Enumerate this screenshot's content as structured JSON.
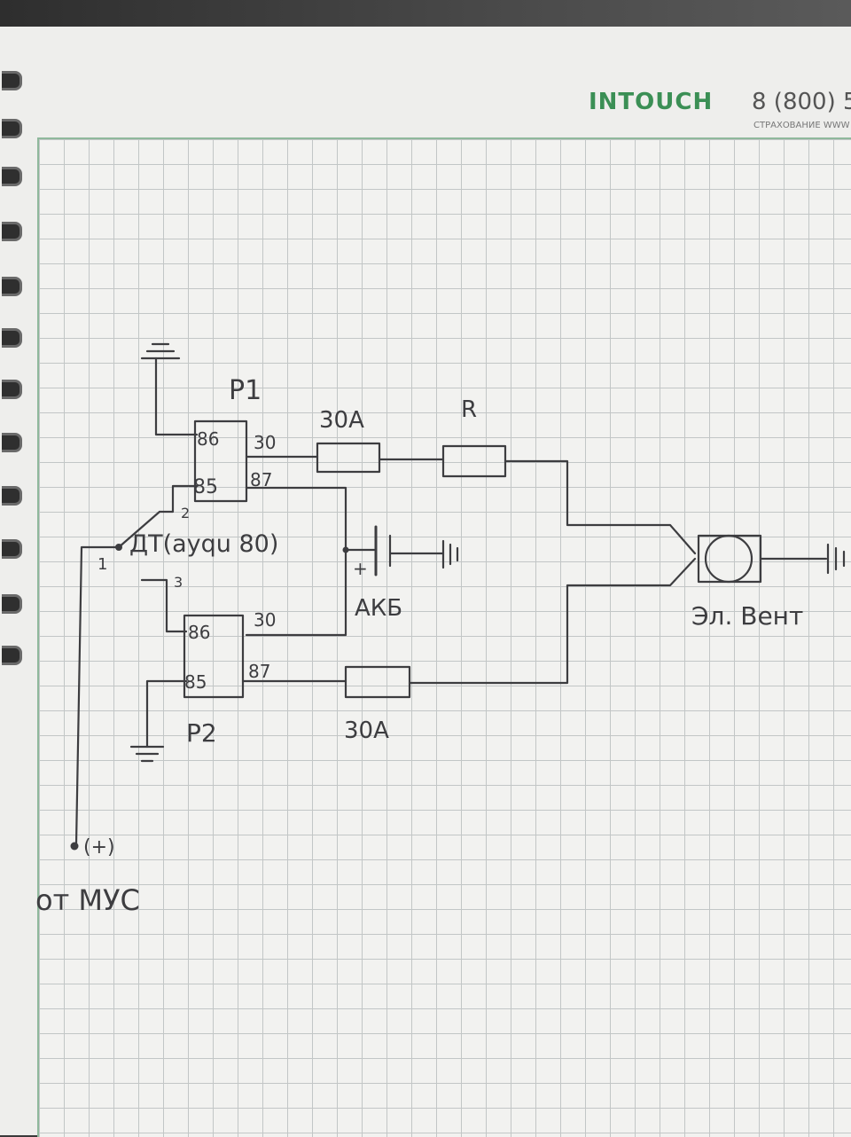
{
  "header": {
    "brand": "INTOUCH",
    "phone": "8 (800) 5",
    "tagline": "СТРАХОВАНИЕ  WWW"
  },
  "relay1": {
    "label": "P1",
    "pin86": "86",
    "pin85": "85",
    "pin30": "30",
    "pin87": "87"
  },
  "relay2": {
    "label": "P2",
    "pin86": "86",
    "pin85": "85",
    "pin30": "30",
    "pin87": "87"
  },
  "fuse_top": "30A",
  "fuse_bottom": "30A",
  "resistor": "R",
  "sensor": {
    "label": "ДТ(ayqu 80)",
    "pin1": "1",
    "pin2": "2",
    "pin3": "3"
  },
  "battery": {
    "label": "АКБ",
    "plus": "+"
  },
  "fan": "Эл. Вент",
  "supply": {
    "plus": "(+)",
    "source": "от МУС"
  },
  "colors": {
    "ink": "#3d3d40",
    "grid": "#c2c6c6",
    "brand_green": "#3b8f55"
  }
}
